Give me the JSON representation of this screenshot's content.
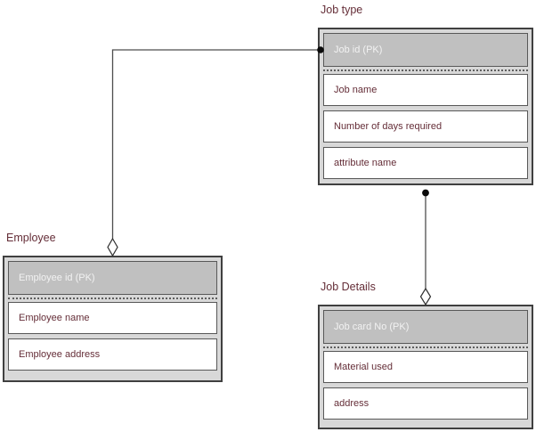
{
  "diagram": {
    "type": "entity-relationship-diagram",
    "entities": {
      "job_type": {
        "title": "Job type",
        "primary_key": "Job id (PK)",
        "attributes": [
          "Job name",
          "Number of days required",
          "attribute name"
        ]
      },
      "employee": {
        "title": "Employee",
        "primary_key": "Employee id (PK)",
        "attributes": [
          "Employee name",
          "Employee address"
        ]
      },
      "job_details": {
        "title": "Job Details",
        "primary_key": "Job card No (PK)",
        "attributes": [
          "Material used",
          "address"
        ]
      }
    },
    "relationships": [
      {
        "from": "Job type",
        "to": "Employee",
        "source_marker": "filled-dot",
        "target_marker": "open-diamond"
      },
      {
        "from": "Job type",
        "to": "Job Details",
        "source_marker": "filled-dot",
        "target_marker": "open-diamond"
      }
    ],
    "colors": {
      "entity_body_fill": "#d8d8d8",
      "entity_header_fill": "#c0c0c0",
      "row_fill": "#ffffff",
      "border": "#404040",
      "header_text": "#f2f2f2",
      "attribute_text": "#642d37",
      "connector_line": "#4d4d4d"
    }
  }
}
